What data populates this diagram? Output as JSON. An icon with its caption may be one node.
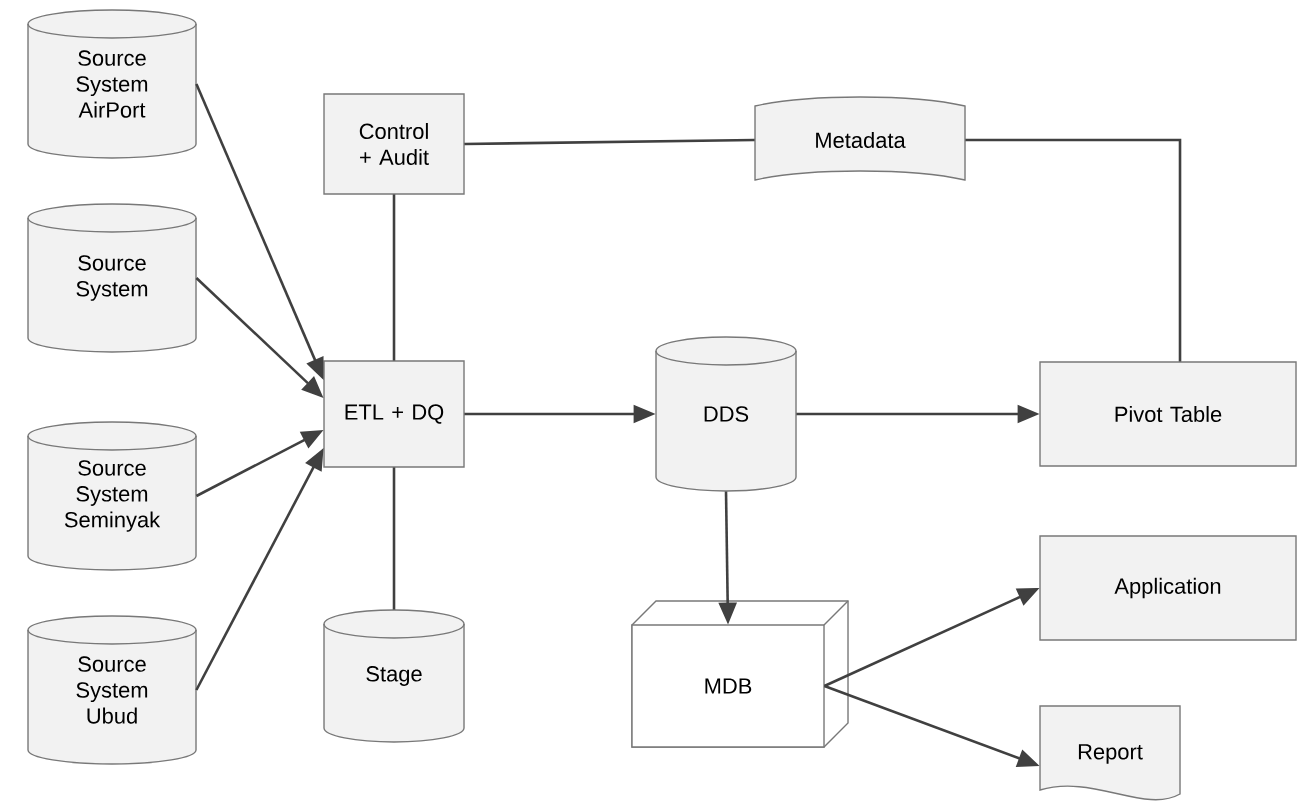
{
  "diagram": {
    "nodes": [
      {
        "text": [
          "Source System AirPort"
        ]
      },
      {
        "text": [
          "Source System"
        ]
      },
      {
        "text": [
          "Source System Seminyak"
        ]
      },
      {
        "text": [
          "Source System Ubud"
        ]
      },
      {
        "text": [
          "Control + Audit"
        ]
      },
      {
        "text": [
          "Metadata"
        ]
      },
      {
        "text": [
          "ETL + DQ"
        ]
      },
      {
        "text": [
          "DDS"
        ]
      },
      {
        "text": [
          "Pivot Table"
        ]
      },
      {
        "text": [
          "Stage"
        ]
      },
      {
        "text": [
          "MDB"
        ]
      },
      {
        "text": [
          "Application"
        ]
      },
      {
        "text": [
          "Report"
        ]
      }
    ],
    "edges": [
      {
        "from": 0,
        "to": 6,
        "arrow": "to"
      },
      {
        "from": 1,
        "to": 6,
        "arrow": "to"
      },
      {
        "from": 2,
        "to": 6,
        "arrow": "to"
      },
      {
        "from": 3,
        "to": 6,
        "arrow": "to"
      },
      {
        "from": 4,
        "to": 6,
        "arrow": "none"
      },
      {
        "from": 4,
        "to": 5,
        "arrow": "none"
      },
      {
        "from": 5,
        "to": 8,
        "arrow": "none"
      },
      {
        "from": 6,
        "to": 9,
        "arrow": "none"
      },
      {
        "from": 6,
        "to": 7,
        "arrow": "to"
      },
      {
        "from": 7,
        "to": 8,
        "arrow": "to"
      },
      {
        "from": 7,
        "to": 10,
        "arrow": "to"
      },
      {
        "from": 10,
        "to": 11,
        "arrow": "to"
      },
      {
        "from": 10,
        "to": 12,
        "arrow": "to"
      }
    ]
  }
}
